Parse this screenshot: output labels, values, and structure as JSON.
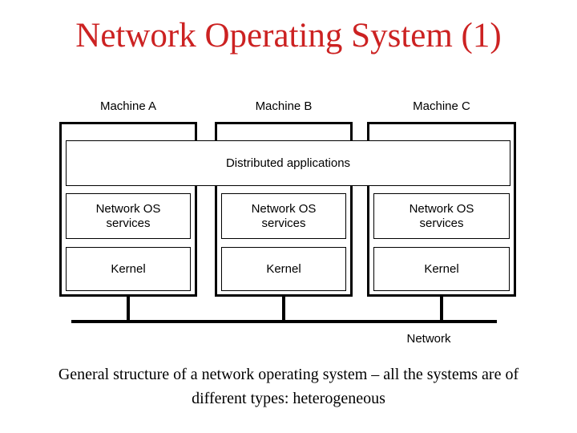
{
  "slide": {
    "title": "Network Operating System (1)",
    "title_color": "#cc2222",
    "caption": {
      "line1": "General structure of a network operating system – all the systems are of",
      "line2": "different types: heterogeneous"
    }
  },
  "diagram": {
    "machines": [
      {
        "label": "Machine A",
        "os_line1": "Network OS",
        "os_line2": "services",
        "kernel": "Kernel"
      },
      {
        "label": "Machine B",
        "os_line1": "Network OS",
        "os_line2": "services",
        "kernel": "Kernel"
      },
      {
        "label": "Machine C",
        "os_line1": "Network OS",
        "os_line2": "services",
        "kernel": "Kernel"
      }
    ],
    "distributed_apps": "Distributed applications",
    "network_label": "Network",
    "line_color": "#000000"
  }
}
